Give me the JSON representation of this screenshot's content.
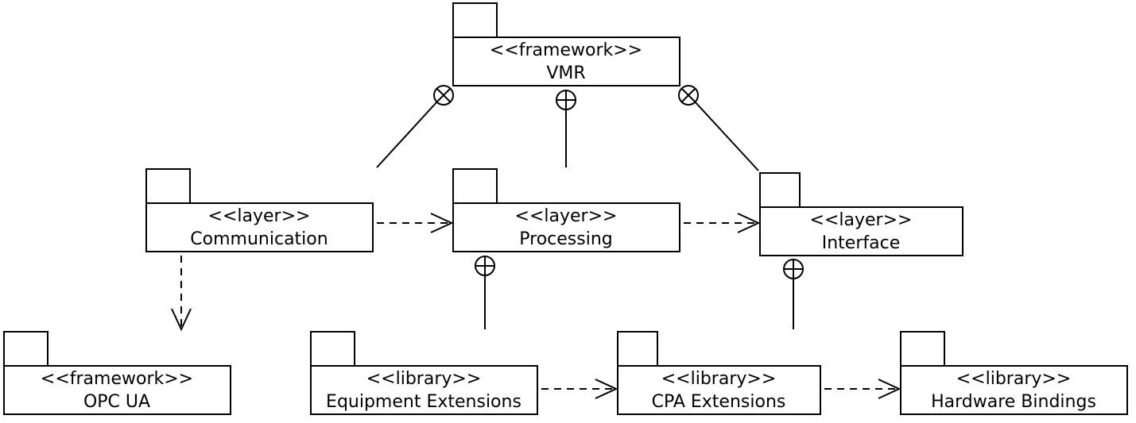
{
  "packages": {
    "vmr": {
      "stereotype": "<<framework>>",
      "name": "VMR"
    },
    "communication": {
      "stereotype": "<<layer>>",
      "name": "Communication"
    },
    "processing": {
      "stereotype": "<<layer>>",
      "name": "Processing"
    },
    "interface": {
      "stereotype": "<<layer>>",
      "name": "Interface"
    },
    "opcua": {
      "stereotype": "<<framework>>",
      "name": "OPC UA"
    },
    "equipment": {
      "stereotype": "<<library>>",
      "name": "Equipment Extensions"
    },
    "cpa": {
      "stereotype": "<<library>>",
      "name": "CPA Extensions"
    },
    "hardware": {
      "stereotype": "<<library>>",
      "name": "Hardware Bindings"
    }
  }
}
